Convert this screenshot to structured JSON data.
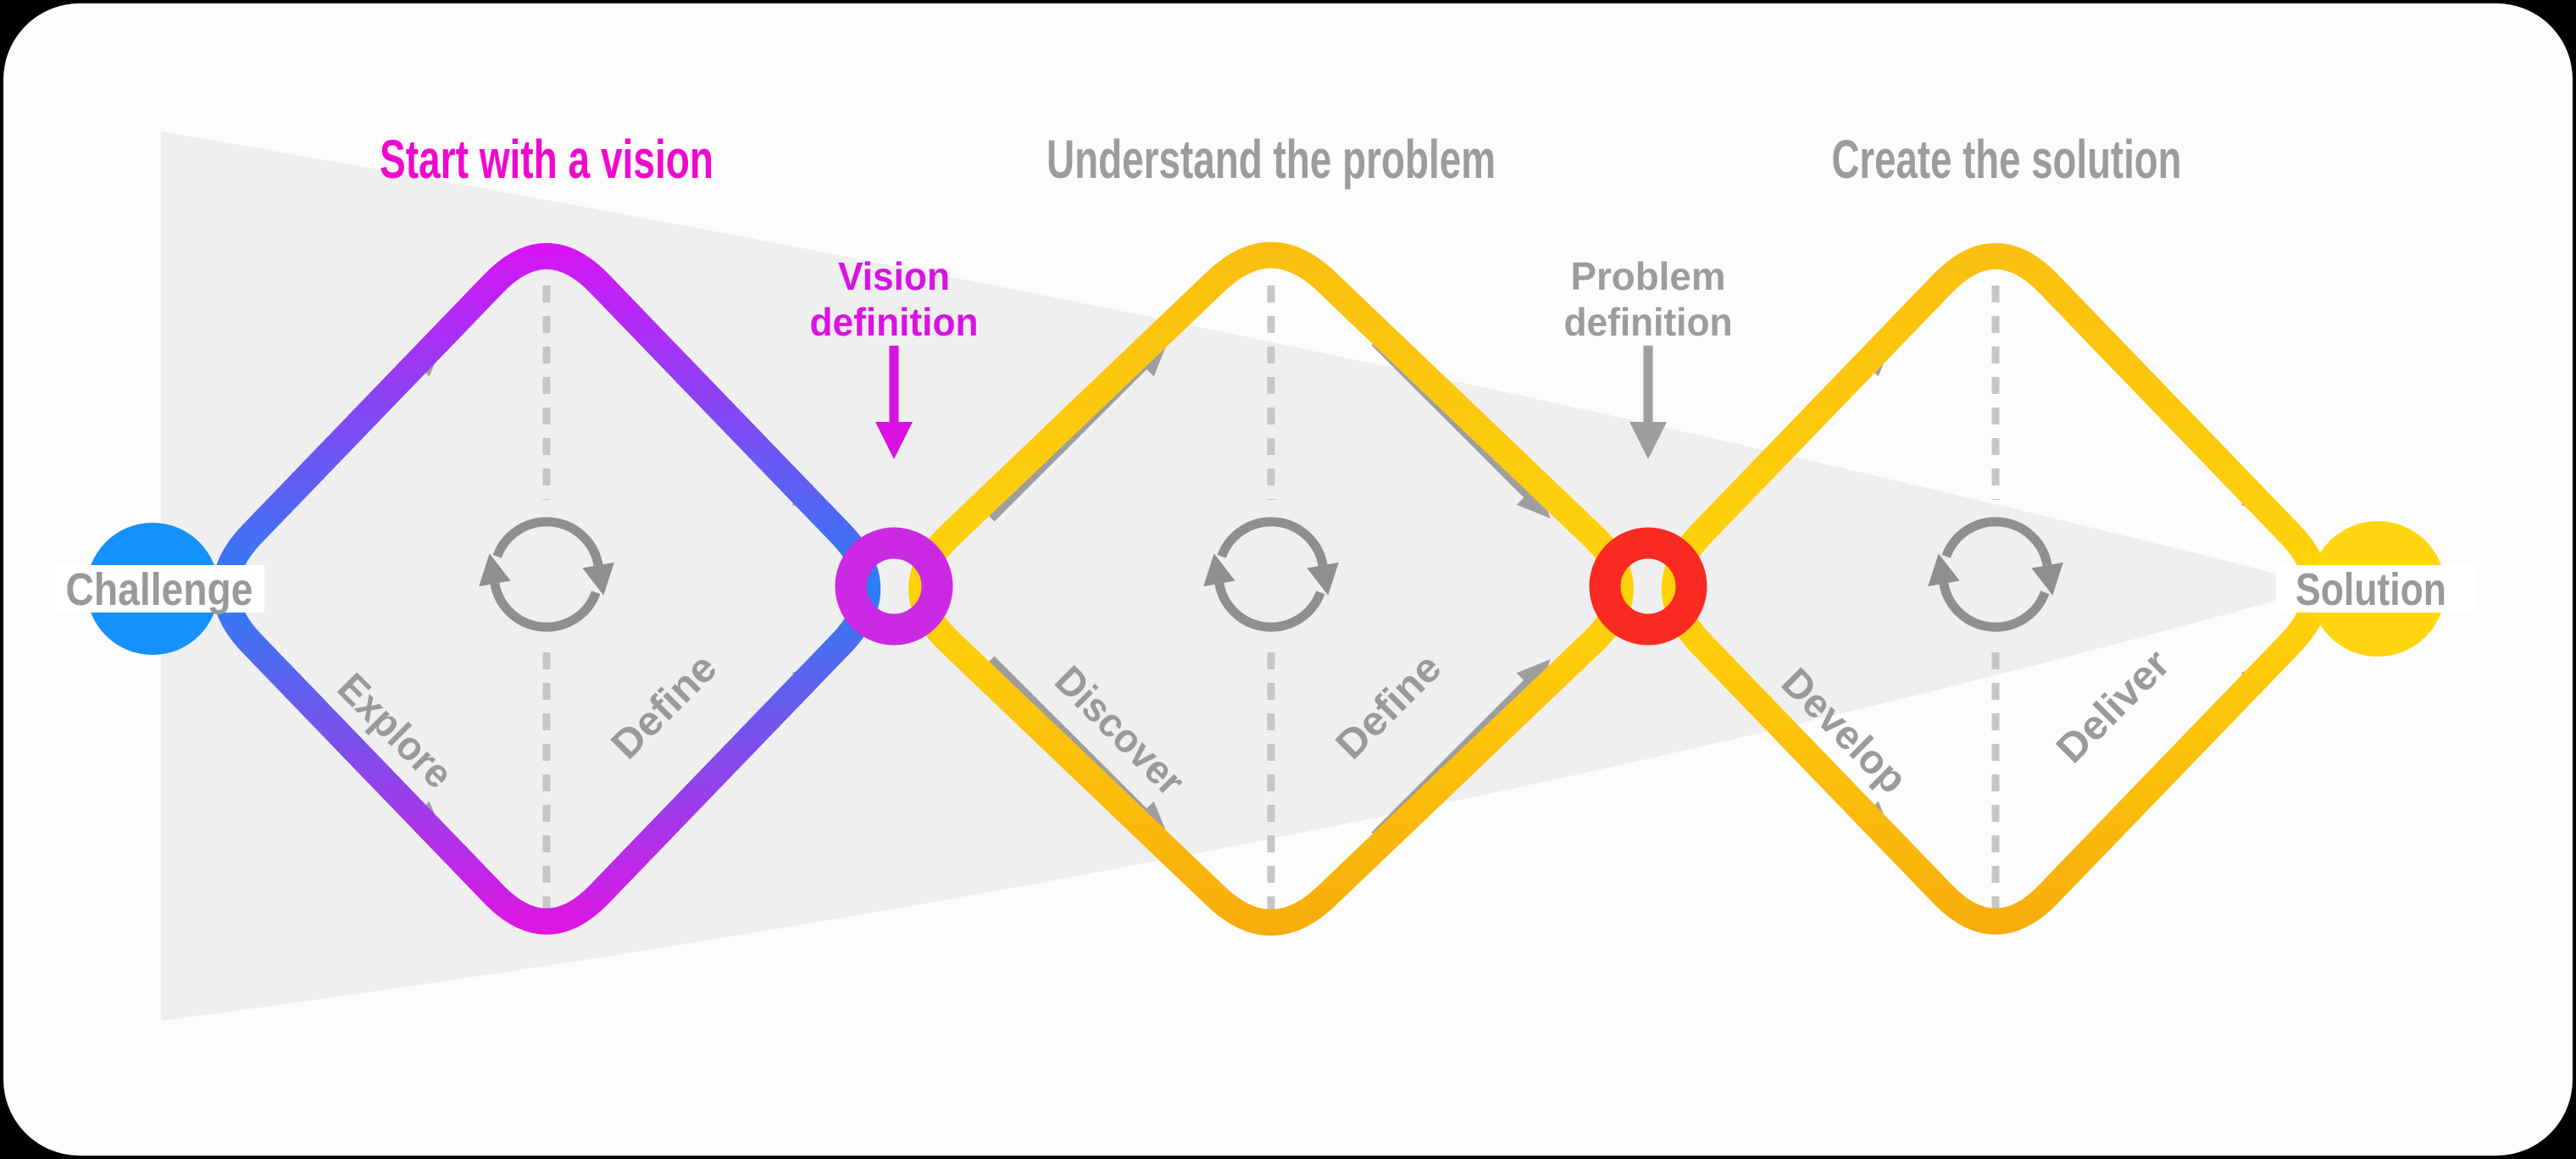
{
  "nodes": {
    "challenge": "Challenge",
    "solution": "Solution"
  },
  "milestones": {
    "vision": {
      "line1": "Vision",
      "line2": "definition"
    },
    "problem": {
      "line1": "Problem",
      "line2": "definition"
    }
  },
  "diamonds": [
    {
      "heading": "Start with a vision",
      "left_phase": "Explore",
      "right_phase": "Define"
    },
    {
      "heading": "Understand the problem",
      "left_phase": "Discover",
      "right_phase": "Define"
    },
    {
      "heading": "Create the solution",
      "left_phase": "Develop",
      "right_phase": "Deliver"
    }
  ],
  "colors": {
    "page_background": "#000000",
    "card_background": "#FCFCFC",
    "funnel_fill": "#EFEFEF",
    "challenge_node_blue": "#1690FB",
    "vision_ring_magenta": "#CC29E4",
    "problem_ring_red": "#F92A22",
    "solution_node_yellow": "#FFD60F",
    "diamond1_gradient_top": "#E70AF5",
    "diamond1_gradient_mid": "#2B7FF4",
    "diamond1_gradient_bottom": "#F00BE2",
    "gold_gradient_top": "#F9BD10",
    "gold_gradient_mid": "#FFD30A",
    "gold_gradient_bottom": "#F6A90B",
    "heading_magenta": "#EE09CE",
    "annotation_magenta": "#D912E3",
    "text_gray": "#9C9C9C",
    "arrow_gray": "#9E9E9E",
    "dash_gray": "#C6C6C6",
    "label_band_white": "#FFFFFF"
  },
  "icons": [
    {
      "name": "cycle-icon",
      "meaning": "iteration loop"
    },
    {
      "name": "down-arrow-icon",
      "meaning": "points to milestone"
    },
    {
      "name": "diagonal-arrow-icon",
      "meaning": "diverge / converge flow"
    }
  ]
}
